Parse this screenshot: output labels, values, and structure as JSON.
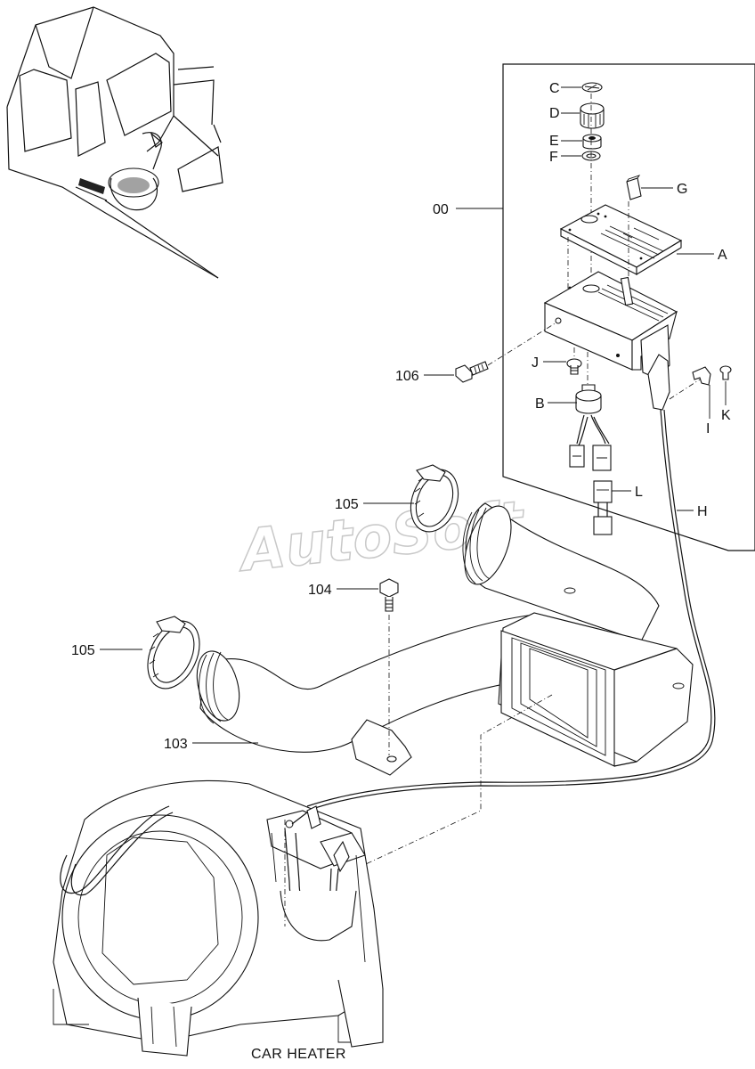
{
  "caption": "CAR HEATER",
  "watermark": "AutoSoft",
  "callouts": {
    "c00": "00",
    "A": "A",
    "B": "B",
    "C": "C",
    "D": "D",
    "E": "E",
    "F": "F",
    "G": "G",
    "H": "H",
    "I": "I",
    "J": "J",
    "K": "K",
    "L": "L",
    "c103": "103",
    "c104": "104",
    "c105a": "105",
    "c105b": "105",
    "c106": "106"
  }
}
